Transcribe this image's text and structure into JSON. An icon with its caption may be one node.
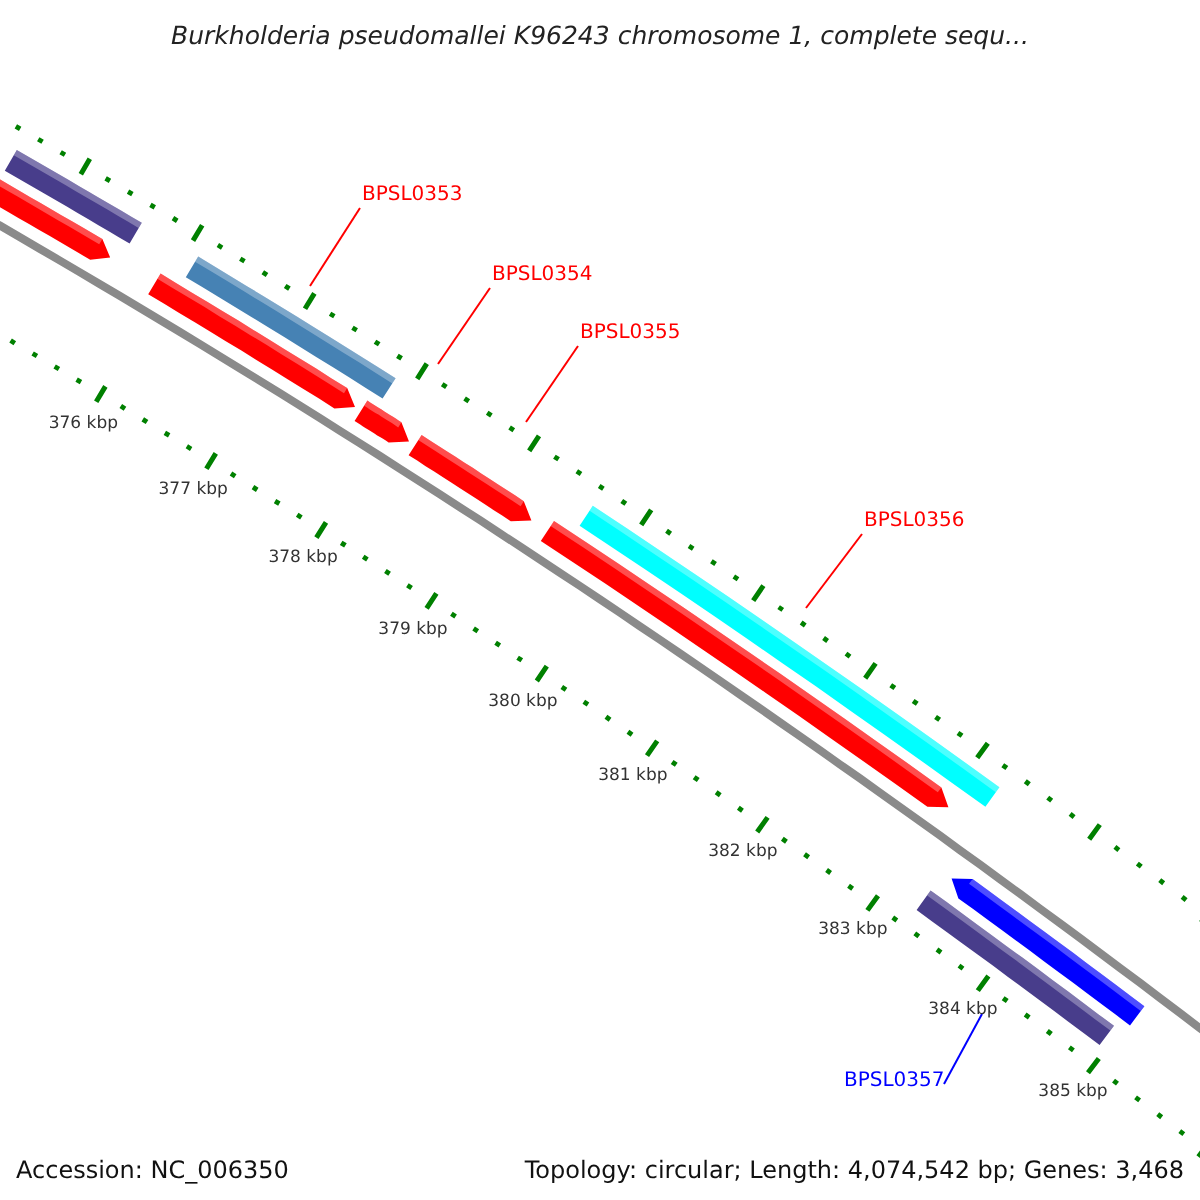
{
  "diagram": {
    "title": "Burkholderia pseudomallei K96243 chromosome 1, complete sequ...",
    "nodes": [
      {
        "text": [
          "BPSL0353"
        ]
      },
      {
        "text": [
          "BPSL0354"
        ]
      },
      {
        "text": [
          "BPSL0355"
        ]
      },
      {
        "text": [
          "BPSL0356"
        ]
      },
      {
        "text": [
          "BPSL0357"
        ]
      }
    ],
    "edges": [
      {
        "from": 0,
        "to": null,
        "arrow": "none"
      },
      {
        "from": 1,
        "to": null,
        "arrow": "none"
      },
      {
        "from": 2,
        "to": null,
        "arrow": "none"
      },
      {
        "from": 3,
        "to": null,
        "arrow": "none"
      },
      {
        "from": 4,
        "to": null,
        "arrow": "none",
        "color": "#0000ff"
      }
    ],
    "labels": [
      "376 kbp",
      "377 kbp",
      "378 kbp",
      "379 kbp",
      "380 kbp",
      "381 kbp",
      "382 kbp",
      "383 kbp",
      "384 kbp",
      "385 kbp",
      "Accession: NC_006350",
      "Topology: circular; Length: 4,074,542 bp; Genes: 3,468"
    ]
  }
}
